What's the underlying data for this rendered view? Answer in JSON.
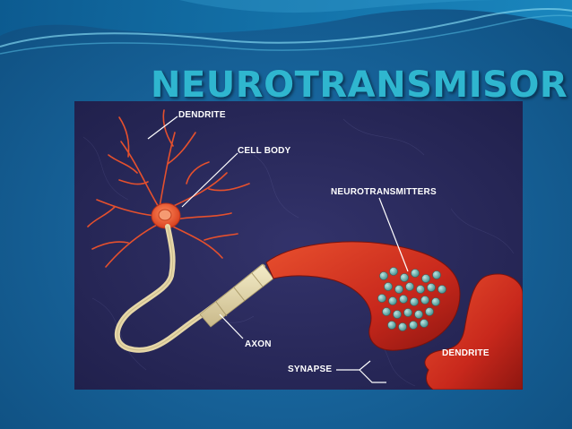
{
  "slide": {
    "title": "NEUROTRANSMISOR"
  },
  "diagram": {
    "labels": {
      "dendrite_top": "DENDRITE",
      "cell_body": "CELL BODY",
      "neurotransmitters": "NEUROTRANSMITTERS",
      "axon": "AXON",
      "synapse": "SYNAPSE",
      "dendrite_bottom": "DENDRITE"
    }
  },
  "colors": {
    "background": "#17639a",
    "title": "#2fb6cf",
    "figure_background": "#2a2a5e",
    "neuron": "#e04a2a",
    "terminal": "#c8281c",
    "vesicle": "#6fb3b0",
    "axon_sheath": "#e8dcae"
  }
}
